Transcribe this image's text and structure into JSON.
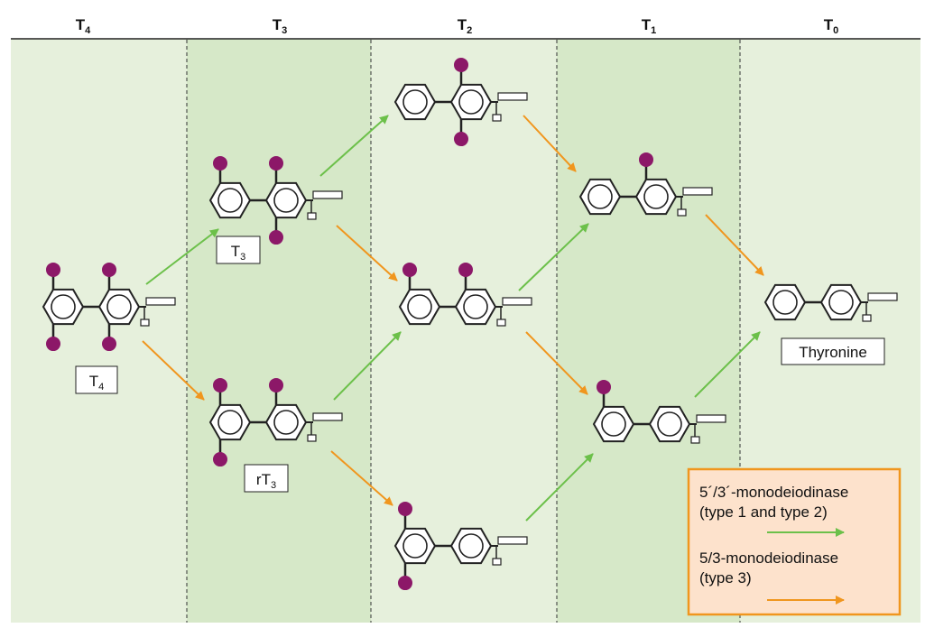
{
  "columns": [
    {
      "main": "T",
      "sub": "4"
    },
    {
      "main": "T",
      "sub": "3"
    },
    {
      "main": "T",
      "sub": "2"
    },
    {
      "main": "T",
      "sub": "1"
    },
    {
      "main": "T",
      "sub": "0"
    }
  ],
  "labels": {
    "t4": {
      "main": "T",
      "sub": "4"
    },
    "t3": {
      "main": "T",
      "sub": "3"
    },
    "rt3": {
      "main": "rT",
      "sub": "3"
    },
    "thyronine": {
      "main": "Thyronine"
    }
  },
  "legend": {
    "outer_line1": "5´/3´-monodeiodinase",
    "outer_line2": "(type 1 and type 2)",
    "inner_line1": "5/3-monodeiodinase",
    "inner_line2": "(type 3)"
  },
  "colors": {
    "band_light": "#e6f0dc",
    "band_dark": "#d6e8c8",
    "iodine": "#8c1868",
    "outer_arrow": "#6cc04a",
    "inner_arrow": "#f0961e",
    "legend_border": "#f0961e",
    "legend_fill": "#fde2cc"
  }
}
